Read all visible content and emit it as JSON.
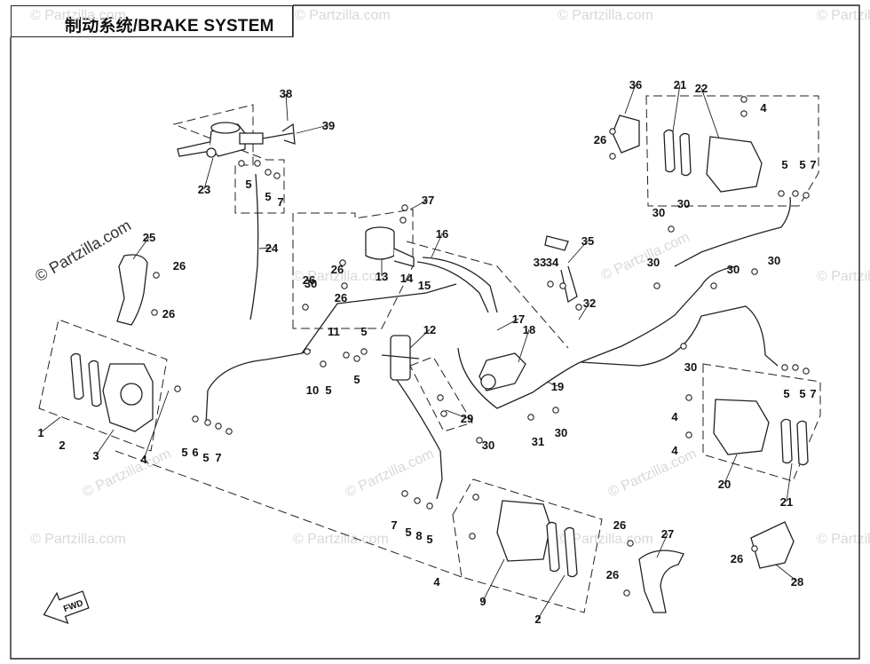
{
  "title": "制动系统/BRAKE SYSTEM",
  "watermark": "© Partzilla.com",
  "fwd_label": "FWD",
  "colors": {
    "line": "#222222",
    "watermark": "#d8d8d8",
    "background": "#ffffff"
  },
  "parts": [
    {
      "key": "p1",
      "label": "1"
    },
    {
      "key": "p2a",
      "label": "2"
    },
    {
      "key": "p2b",
      "label": "2"
    },
    {
      "key": "p3",
      "label": "3"
    },
    {
      "key": "p4a",
      "label": "4"
    },
    {
      "key": "p4b",
      "label": "4"
    },
    {
      "key": "p4c",
      "label": "4"
    },
    {
      "key": "p4d",
      "label": "4"
    },
    {
      "key": "p4e",
      "label": "4"
    },
    {
      "key": "p5a",
      "label": "5"
    },
    {
      "key": "p5b",
      "label": "5"
    },
    {
      "key": "p5c",
      "label": "5"
    },
    {
      "key": "p5d",
      "label": "5"
    },
    {
      "key": "p5e",
      "label": "5"
    },
    {
      "key": "p5f",
      "label": "5"
    },
    {
      "key": "p5g",
      "label": "5"
    },
    {
      "key": "p5h",
      "label": "5"
    },
    {
      "key": "p5i",
      "label": "5"
    },
    {
      "key": "p5j",
      "label": "5"
    },
    {
      "key": "p5k",
      "label": "5"
    },
    {
      "key": "p5l",
      "label": "5"
    },
    {
      "key": "p5m",
      "label": "5"
    },
    {
      "key": "p6",
      "label": "6"
    },
    {
      "key": "p7a",
      "label": "7"
    },
    {
      "key": "p7b",
      "label": "7"
    },
    {
      "key": "p7c",
      "label": "7"
    },
    {
      "key": "p7d",
      "label": "7"
    },
    {
      "key": "p7e",
      "label": "7"
    },
    {
      "key": "p8",
      "label": "8"
    },
    {
      "key": "p9",
      "label": "9"
    },
    {
      "key": "p10",
      "label": "10"
    },
    {
      "key": "p11",
      "label": "11"
    },
    {
      "key": "p12",
      "label": "12"
    },
    {
      "key": "p13",
      "label": "13"
    },
    {
      "key": "p14",
      "label": "14"
    },
    {
      "key": "p15",
      "label": "15"
    },
    {
      "key": "p16",
      "label": "16"
    },
    {
      "key": "p17",
      "label": "17"
    },
    {
      "key": "p18",
      "label": "18"
    },
    {
      "key": "p19",
      "label": "19"
    },
    {
      "key": "p20",
      "label": "20"
    },
    {
      "key": "p21a",
      "label": "21"
    },
    {
      "key": "p21b",
      "label": "21"
    },
    {
      "key": "p22",
      "label": "22"
    },
    {
      "key": "p23",
      "label": "23"
    },
    {
      "key": "p24",
      "label": "24"
    },
    {
      "key": "p25",
      "label": "25"
    },
    {
      "key": "p26a",
      "label": "26"
    },
    {
      "key": "p26b",
      "label": "26"
    },
    {
      "key": "p26c",
      "label": "26"
    },
    {
      "key": "p26d",
      "label": "26"
    },
    {
      "key": "p26e",
      "label": "26"
    },
    {
      "key": "p26f",
      "label": "26"
    },
    {
      "key": "p26g",
      "label": "26"
    },
    {
      "key": "p26h",
      "label": "26"
    },
    {
      "key": "p26i",
      "label": "26"
    },
    {
      "key": "p27",
      "label": "27"
    },
    {
      "key": "p28",
      "label": "28"
    },
    {
      "key": "p29",
      "label": "29"
    },
    {
      "key": "p30a",
      "label": "30"
    },
    {
      "key": "p30b",
      "label": "30"
    },
    {
      "key": "p30c",
      "label": "30"
    },
    {
      "key": "p30d",
      "label": "30"
    },
    {
      "key": "p30e",
      "label": "30"
    },
    {
      "key": "p30f",
      "label": "30"
    },
    {
      "key": "p30g",
      "label": "30"
    },
    {
      "key": "p30h",
      "label": "30"
    },
    {
      "key": "p30i",
      "label": "30"
    },
    {
      "key": "p31",
      "label": "31"
    },
    {
      "key": "p32",
      "label": "32"
    },
    {
      "key": "p33",
      "label": "33"
    },
    {
      "key": "p34",
      "label": "34"
    },
    {
      "key": "p35",
      "label": "35"
    },
    {
      "key": "p36",
      "label": "36"
    },
    {
      "key": "p37",
      "label": "37"
    },
    {
      "key": "p38",
      "label": "38"
    },
    {
      "key": "p39",
      "label": "39"
    }
  ]
}
